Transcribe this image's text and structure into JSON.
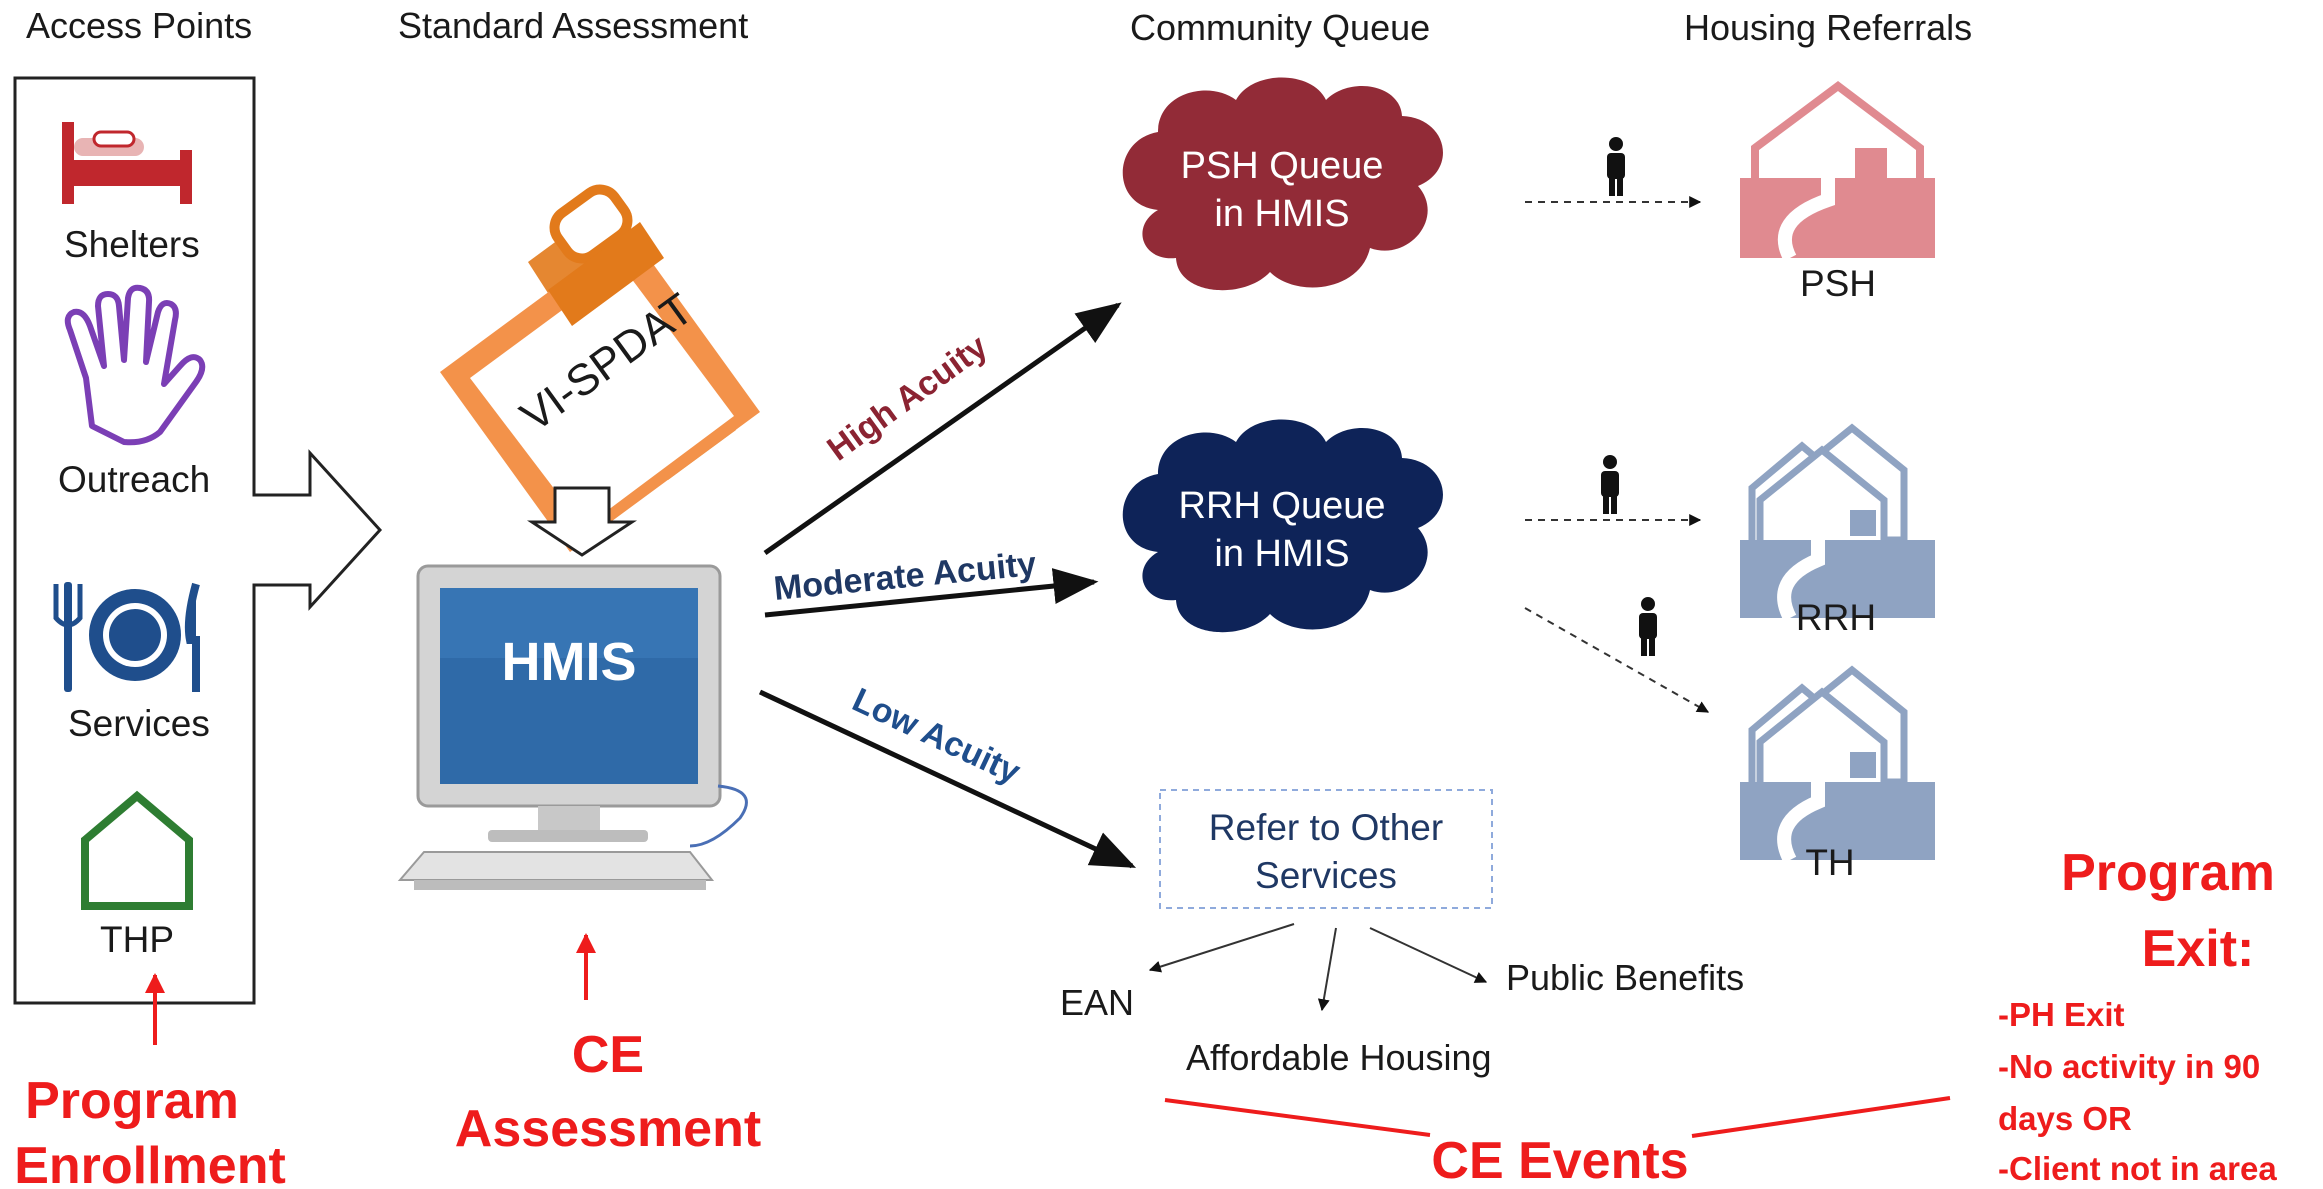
{
  "headers": {
    "access_points": "Access Points",
    "standard_assessment": "Standard Assessment",
    "community_queue": "Community Queue",
    "housing_referrals": "Housing Referrals"
  },
  "access_points": [
    {
      "label": "Shelters",
      "icon": "bed-icon",
      "color": "#c0272d"
    },
    {
      "label": "Outreach",
      "icon": "hand-icon",
      "color": "#7b3fb5"
    },
    {
      "label": "Services",
      "icon": "plate-icon",
      "color": "#1f4e8c"
    },
    {
      "label": "THP",
      "icon": "house-outline-icon",
      "color": "#2e7d32"
    }
  ],
  "assessment": {
    "clipboard_label": "VI-SPDAT",
    "computer_label": "HMIS"
  },
  "acuity": {
    "high": "High Acuity",
    "moderate": "Moderate Acuity",
    "low": "Low Acuity",
    "high_color": "#8b2332",
    "moderate_color": "#1f3864",
    "low_color": "#1f4e8c"
  },
  "queues": {
    "psh": {
      "line1": "PSH Queue",
      "line2": "in HMIS",
      "color": "#922b37"
    },
    "rrh": {
      "line1": "RRH Queue",
      "line2": "in HMIS",
      "color": "#0e2358"
    }
  },
  "referrals": {
    "psh": "PSH",
    "rrh": "RRH",
    "th": "TH"
  },
  "other_services": {
    "line1": "Refer to Other",
    "line2": "Services",
    "ean": "EAN",
    "affordable": "Affordable Housing",
    "public_benefits": "Public Benefits"
  },
  "annotations": {
    "enrollment_line1": "Program",
    "enrollment_line2": "Enrollment",
    "ce_assessment_line1": "CE",
    "ce_assessment_line2": "Assessment",
    "ce_events": "CE Events",
    "exit_line1": "Program",
    "exit_line2": "Exit:",
    "exit_items": [
      "-PH Exit",
      "-No activity in 90",
      "days OR",
      "-Client not in area"
    ]
  },
  "colors": {
    "accent_red": "#ee1c1c",
    "psh_house": "#e08a90",
    "rrh_house": "#8fa3c2",
    "clipboard": "#e27a1b",
    "monitor_screen": "#2f6aa8"
  }
}
